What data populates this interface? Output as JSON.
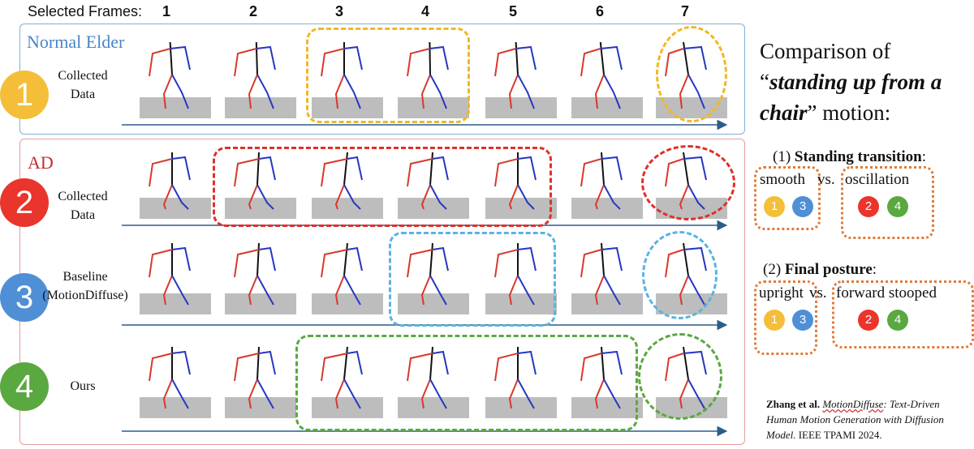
{
  "header": {
    "label": "Selected Frames:",
    "frames": [
      "1",
      "2",
      "3",
      "4",
      "5",
      "6",
      "7"
    ]
  },
  "groups": {
    "elder": "Normal Elder",
    "ad": "AD"
  },
  "rows": [
    {
      "badge": "1",
      "label_lines": [
        "Collected",
        "Data"
      ],
      "color": "#f4be38"
    },
    {
      "badge": "2",
      "label_lines": [
        "Collected",
        "Data"
      ],
      "color": "#e9352c"
    },
    {
      "badge": "3",
      "label_lines": [
        "Baseline",
        "(MotionDiffuse)"
      ],
      "color": "#4f8fd6"
    },
    {
      "badge": "4",
      "label_lines": [
        "Ours"
      ],
      "color": "#5aa840"
    }
  ],
  "highlight_colors": {
    "row1": "#f2b724",
    "row2": "#e0302a",
    "row3": "#5ab4de",
    "row4": "#5aa840"
  },
  "skeleton_colors": {
    "left": "#d8382c",
    "right": "#2637c2",
    "torso": "#111111",
    "floor": "#bdbdbd",
    "arrow": "#2b5c8a"
  },
  "comparison": {
    "title_lines": [
      "Comparison of",
      "“standing up from a",
      "chair” motion:"
    ],
    "title_emph": "standing up from a",
    "title_emph2": "chair",
    "criteria": [
      {
        "index": "(1)",
        "name": "Standing transition",
        "left_word": "smooth",
        "vs": "vs.",
        "right_word": "oscillation",
        "left_badges": [
          "1",
          "3"
        ],
        "right_badges": [
          "2",
          "4"
        ]
      },
      {
        "index": "(2)",
        "name": "Final posture",
        "left_word": "upright",
        "vs": "vs.",
        "right_word": "forward stooped",
        "left_badges": [
          "1",
          "3"
        ],
        "right_badges": [
          "2",
          "4"
        ]
      }
    ]
  },
  "citation": {
    "author": "Zhang et al.",
    "model": "MotionDiffuse",
    "title_rest": ": Text-Driven Human Motion Generation with Diffusion Model.",
    "venue": "IEEE TPAMI 2024."
  }
}
